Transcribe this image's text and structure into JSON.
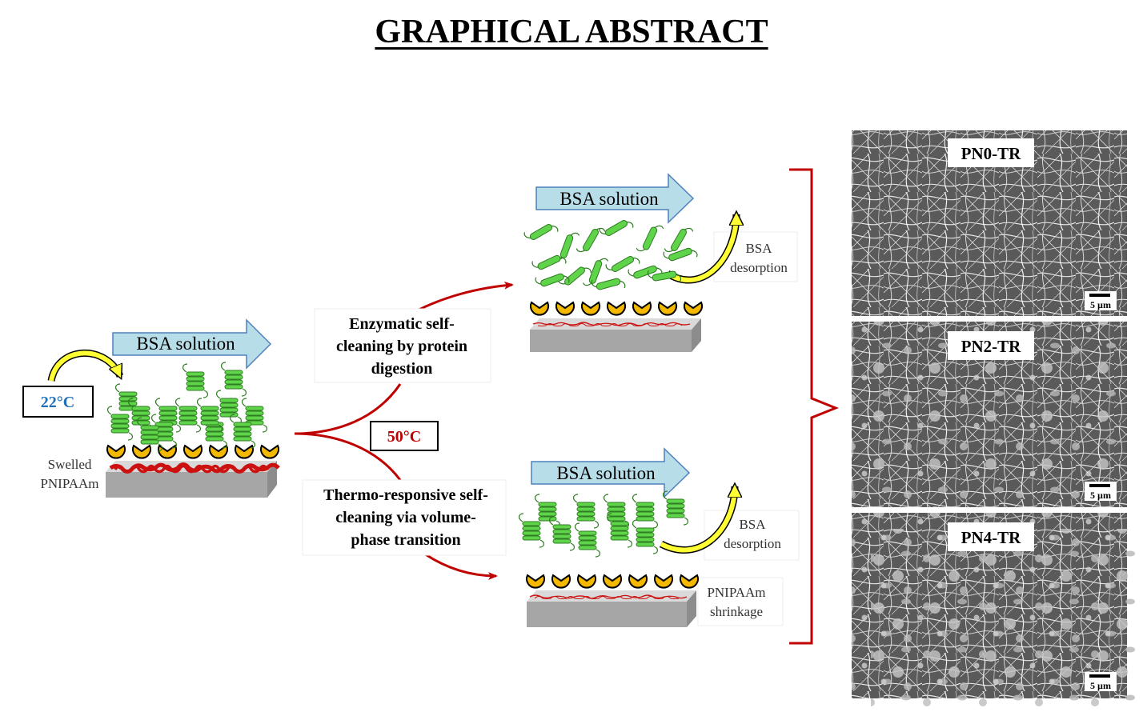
{
  "title": "GRAPHICAL ABSTRACT",
  "left_panel": {
    "flow_label": "BSA solution",
    "temperature": "22°C",
    "substrate_label_line1": "Swelled",
    "substrate_label_line2": "PNIPAAm"
  },
  "branch_temperature": "50°C",
  "branches": {
    "enzymatic": {
      "caption_line1": "Enzymatic self-",
      "caption_line2": "cleaning by protein",
      "caption_line3": "digestion",
      "flow_label": "BSA solution",
      "desorption_line1": "BSA",
      "desorption_line2": "desorption"
    },
    "thermo": {
      "caption_line1": "Thermo-responsive self-",
      "caption_line2": "cleaning via volume-",
      "caption_line3": "phase transition",
      "flow_label": "BSA solution",
      "desorption_line1": "BSA",
      "desorption_line2": "desorption",
      "substrate_label_line1": "PNIPAAm",
      "substrate_label_line2": "shrinkage"
    }
  },
  "micrographs": [
    {
      "label": "PN0-TR",
      "scale_bar": "5 µm"
    },
    {
      "label": "PN2-TR",
      "scale_bar": "5 µm"
    },
    {
      "label": "PN4-TR",
      "scale_bar": "5 µm"
    }
  ],
  "colors": {
    "flow_arrow": "#b7dde8",
    "protein": "#5fd34a",
    "enzyme": "#f5b800",
    "polymer": "#cc1111",
    "bracket": "#c00000",
    "temperature_cold": "#1f6fb8",
    "temperature_hot": "#c00000",
    "curved_arrow": "#ffff33"
  }
}
